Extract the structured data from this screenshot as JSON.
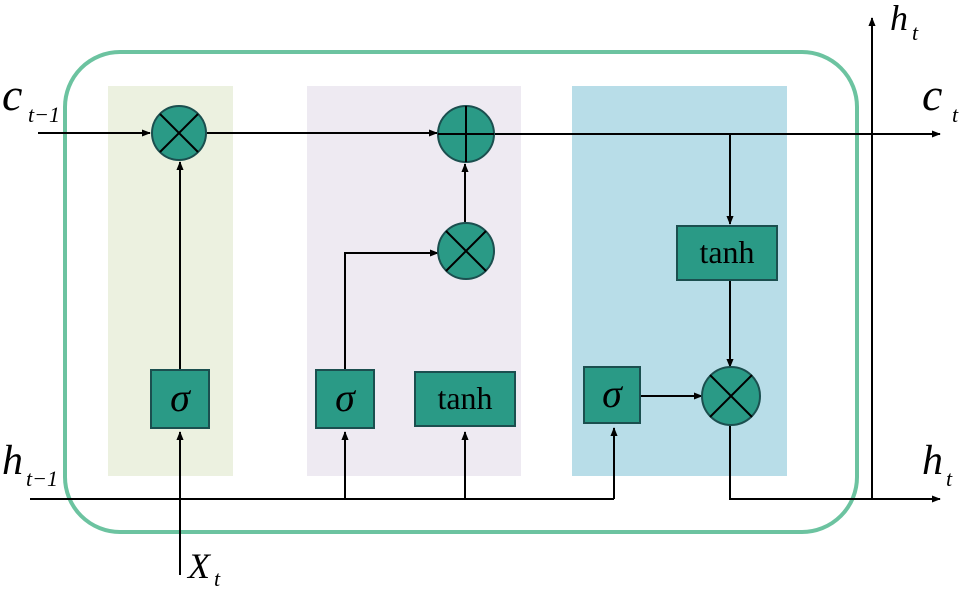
{
  "colors": {
    "cell_border": "#6cc3a0",
    "forget_region": "#ecf1e0",
    "input_region": "#eeeaf2",
    "output_region": "#b8dde8",
    "gate_fill": "#2a9a86",
    "gate_stroke": "#1b4f4f",
    "wire": "#000000"
  },
  "labels": {
    "c_prev": {
      "main": "c",
      "sub": "t−1"
    },
    "h_prev": {
      "main": "h",
      "sub": "t−1"
    },
    "x_t": {
      "main": "X",
      "sub": "t"
    },
    "c_t": {
      "main": "c",
      "sub": "t"
    },
    "h_t_right": {
      "main": "h",
      "sub": "t"
    },
    "h_t_top": {
      "main": "h",
      "sub": "t"
    }
  },
  "gates": {
    "forget_sigma": "σ",
    "input_sigma": "σ",
    "input_tanh": "tanh",
    "output_sigma": "σ",
    "cell_tanh": "tanh"
  },
  "operators": {
    "forget_multiply": "multiply-icon",
    "cell_add": "plus-icon",
    "input_multiply": "multiply-icon",
    "output_multiply": "multiply-icon"
  }
}
